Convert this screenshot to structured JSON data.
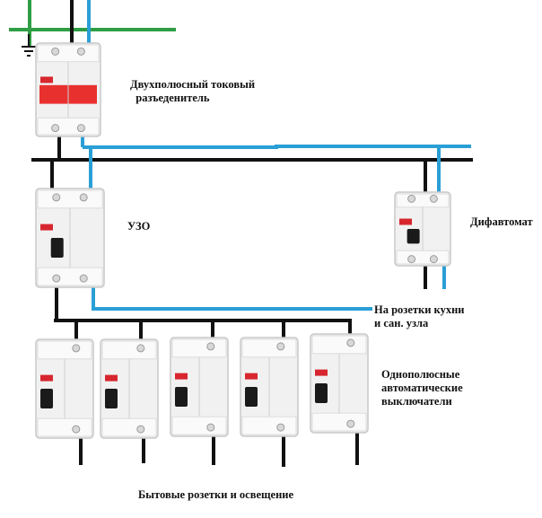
{
  "labels": {
    "bipolar_disconnector": "Двухполюсный токовый\n  разъеденитель",
    "rcd": "УЗО",
    "rcbo": "Дифавтомат",
    "kitchen_outlets": "На розетки кухни\nи сан. узла",
    "single_pole_breakers": "Однополюсные\nавтоматические\nвыключатели",
    "household_outlets": "Бытовые розетки и освещение"
  },
  "colors": {
    "neutral": "#2a9fd6",
    "phase": "#111111",
    "ground": "#2e9e44",
    "device_body": "#f1f1f1",
    "device_edge": "#c9c9c9",
    "handle_red": "#e8312f",
    "handle_black": "#1a1a1a",
    "abb_logo": "#d7262e"
  },
  "devices": [
    {
      "name": "bipolar-disconnector",
      "type": "2-pole switch",
      "handle": "red"
    },
    {
      "name": "rcd",
      "type": "RCD",
      "handle": "black"
    },
    {
      "name": "rcbo",
      "type": "RCBO",
      "handle": "black"
    },
    {
      "name": "breaker-1",
      "type": "1-pole breaker",
      "handle": "black"
    },
    {
      "name": "breaker-2",
      "type": "1-pole breaker",
      "handle": "black"
    },
    {
      "name": "breaker-3",
      "type": "1-pole breaker",
      "handle": "black"
    },
    {
      "name": "breaker-4",
      "type": "1-pole breaker",
      "handle": "black"
    },
    {
      "name": "breaker-5",
      "type": "1-pole breaker",
      "handle": "black"
    }
  ]
}
